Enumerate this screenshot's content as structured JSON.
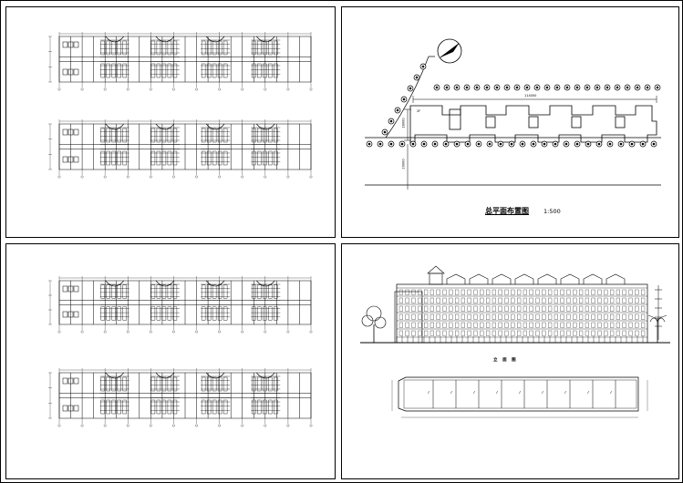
{
  "site_plan": {
    "title": "总平面布置图",
    "scale": "1:500",
    "dim_length": "114000",
    "dim_depth": "18000",
    "dim_setback": "20000",
    "level": "2F"
  },
  "elevation": {
    "title": "立 面 图"
  },
  "colors": {
    "line": "#000000",
    "background": "#ffffff"
  }
}
